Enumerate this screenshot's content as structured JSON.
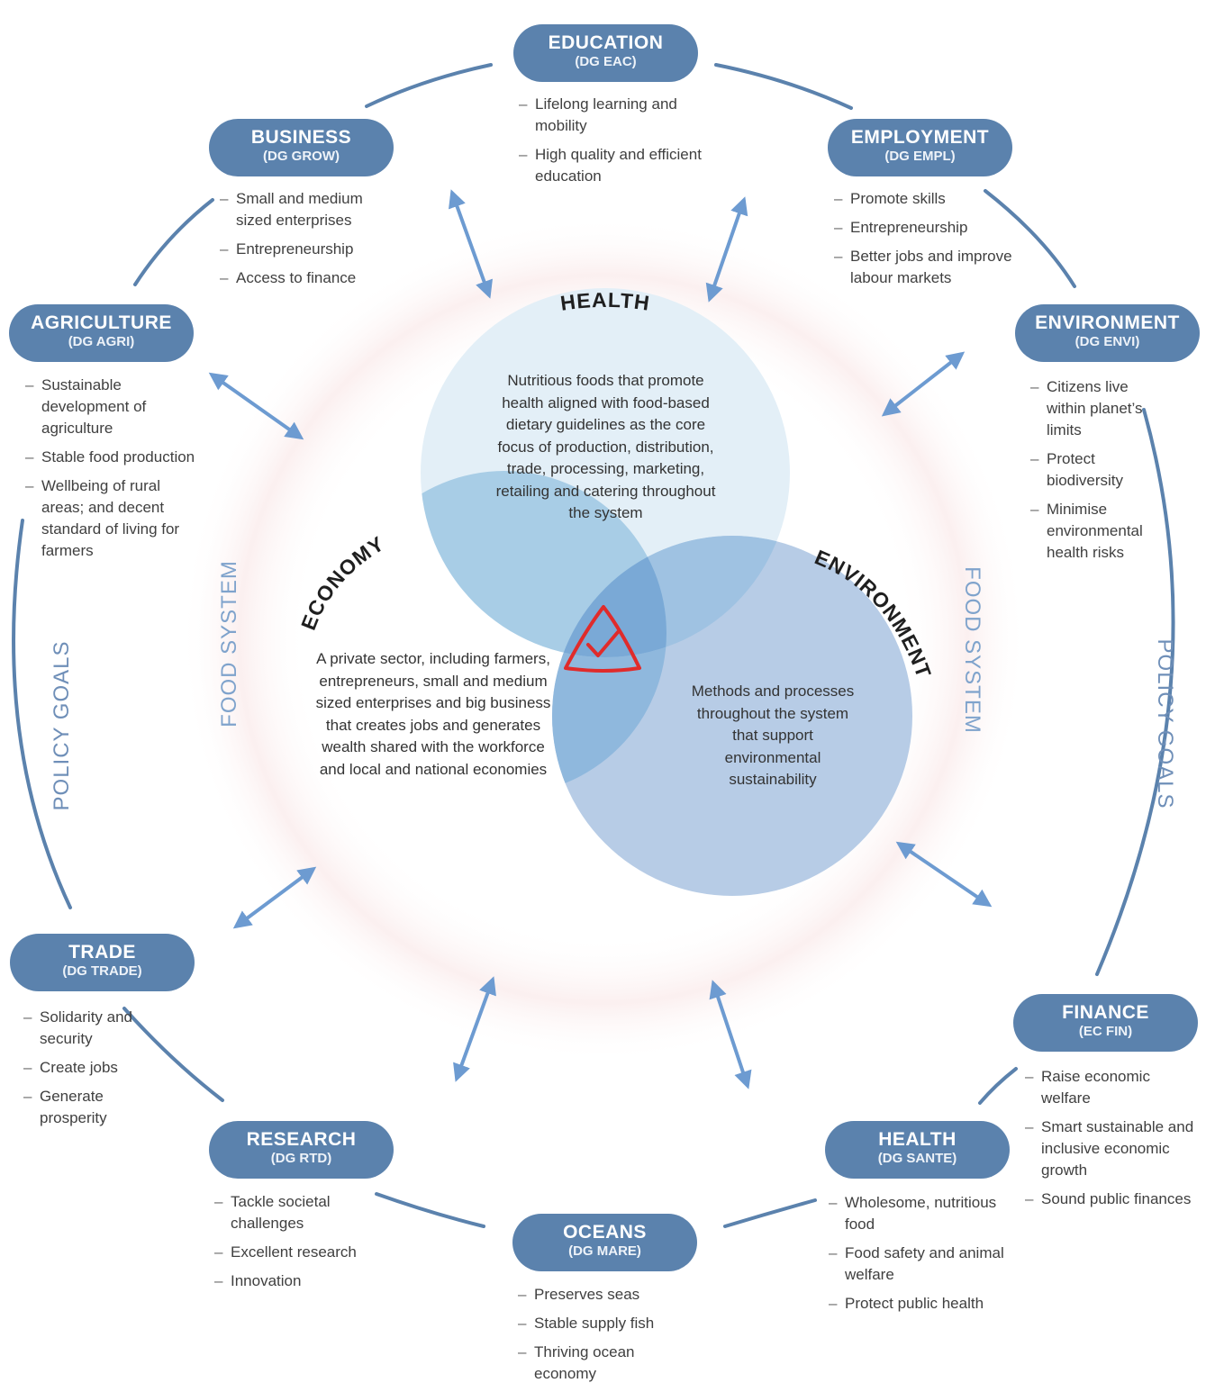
{
  "center": {
    "health_title": "HEALTH",
    "economy_title": "ECONOMY",
    "environment_title": "ENVIRONMENT",
    "health_text": "Nutritious foods that promote health aligned with food-based dietary guidelines as the core focus of production, distribution, trade, processing, marketing, retailing and catering throughout the system",
    "economy_text": "A private sector, including farmers, entrepreneurs, small and medium sized enterprises and big business that creates jobs and generates wealth shared with the workforce and local and national economies",
    "environment_text": "Methods and processes throughout the system that support environmental sustainability"
  },
  "ring": {
    "food_system_label": "FOOD SYSTEM",
    "policy_goals_label": "POLICY GOALS"
  },
  "nodes": {
    "education": {
      "title": "EDUCATION",
      "dg": "(DG EAC)",
      "points": [
        "Lifelong learning and mobility",
        "High quality and efficient education"
      ]
    },
    "business": {
      "title": "BUSINESS",
      "dg": "(DG GROW)",
      "points": [
        "Small and medium sized enterprises",
        "Entrepreneurship",
        "Access to finance"
      ]
    },
    "employment": {
      "title": "EMPLOYMENT",
      "dg": "(DG EMPL)",
      "points": [
        "Promote skills",
        "Entrepreneurship",
        "Better jobs and improve labour markets"
      ]
    },
    "agriculture": {
      "title": "AGRICULTURE",
      "dg": "(DG AGRI)",
      "points": [
        "Sustainable development of agriculture",
        "Stable food production",
        "Wellbeing of rural areas; and decent standard of living for farmers"
      ]
    },
    "environment": {
      "title": "ENVIRONMENT",
      "dg": "(DG ENVI)",
      "points": [
        "Citizens live within planet’s limits",
        "Protect biodiversity",
        "Minimise environmental health risks"
      ]
    },
    "trade": {
      "title": "TRADE",
      "dg": "(DG TRADE)",
      "points": [
        "Solidarity and security",
        "Create jobs",
        "Generate prosperity"
      ]
    },
    "finance": {
      "title": "FINANCE",
      "dg": "(EC FIN)",
      "points": [
        "Raise economic welfare",
        "Smart sustainable and inclusive economic growth",
        "Sound public finances"
      ]
    },
    "research": {
      "title": "RESEARCH",
      "dg": "(DG RTD)",
      "points": [
        "Tackle societal challenges",
        "Excellent research",
        "Innovation"
      ]
    },
    "health": {
      "title": "HEALTH",
      "dg": "(DG SANTE)",
      "points": [
        "Wholesome, nutritious food",
        "Food safety and animal welfare",
        "Protect public health"
      ]
    },
    "oceans": {
      "title": "OCEANS",
      "dg": "(DG MARE)",
      "points": [
        "Preserves seas",
        "Stable supply fish",
        "Thriving ocean economy"
      ]
    }
  },
  "colors": {
    "node_fill": "#5b82ad",
    "node_text": "#ffffff",
    "connector": "#5b82ad",
    "arrow": "#6d9bd1",
    "health_circle": "#e3eff7",
    "economy_circle": "#a8cde6",
    "environment_circle": "#b7cce6",
    "check_icon": "#e02b2b",
    "policy_label": "#6f8fb8",
    "food_system_label": "#7fa3cc"
  }
}
